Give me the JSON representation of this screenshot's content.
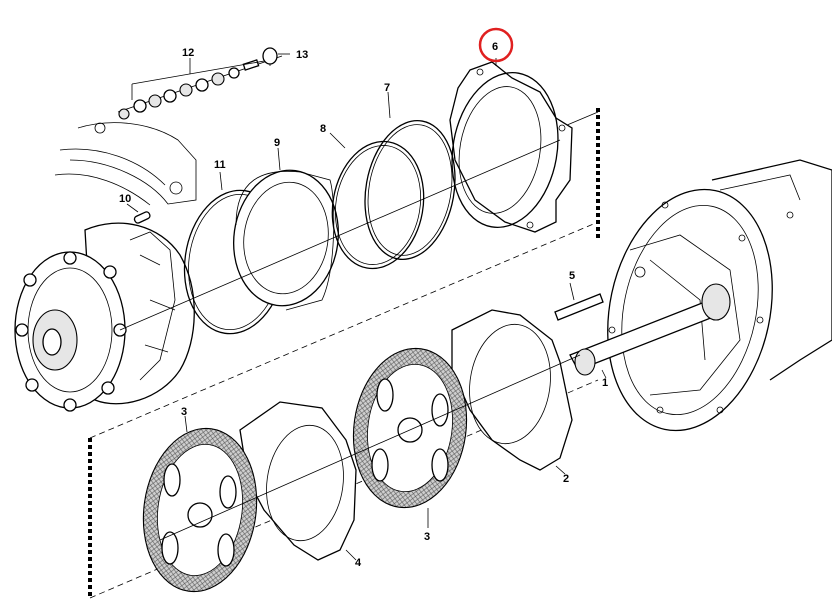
{
  "diagram": {
    "parts": [
      {
        "id": "1",
        "label": "1"
      },
      {
        "id": "2",
        "label": "2"
      },
      {
        "id": "3a",
        "label": "3"
      },
      {
        "id": "3b",
        "label": "3"
      },
      {
        "id": "4",
        "label": "4"
      },
      {
        "id": "5",
        "label": "5"
      },
      {
        "id": "6",
        "label": "6"
      },
      {
        "id": "7",
        "label": "7"
      },
      {
        "id": "8",
        "label": "8"
      },
      {
        "id": "9",
        "label": "9"
      },
      {
        "id": "10",
        "label": "10"
      },
      {
        "id": "11",
        "label": "11"
      },
      {
        "id": "12",
        "label": "12"
      },
      {
        "id": "13",
        "label": "13"
      }
    ],
    "highlight": {
      "part": "6",
      "color": "#e02020"
    }
  }
}
